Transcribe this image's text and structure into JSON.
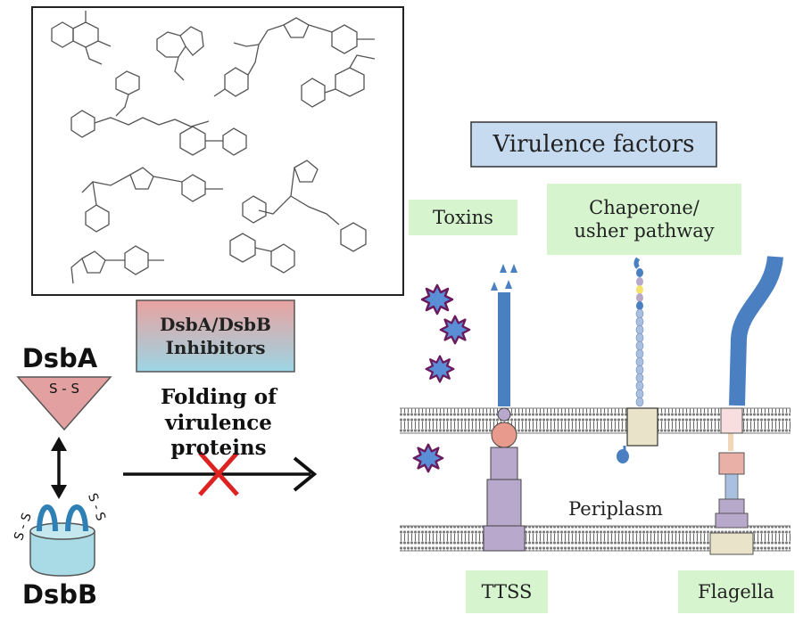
{
  "labels": {
    "virulence_factors": "Virulence factors",
    "toxins": "Toxins",
    "chaperone_usher": "Chaperone/\nusher pathway",
    "inhibitors": "DsbA/DsbB\nInhibitors",
    "dsba": "DsbA",
    "dsbb": "DsbB",
    "ss_dsba": "S - S",
    "ss_left": "S - S",
    "ss_right": "S - S",
    "folding": "Folding of\nvirulence proteins",
    "periplasm": "Periplasm",
    "ttss": "TTSS",
    "flagella": "Flagella"
  },
  "colors": {
    "membrane": "#a9a9a9",
    "protein_blue": "#4a7fc1",
    "purple": "#b7a8cc",
    "salmon": "#e89a8c",
    "beige": "#e8e3c9",
    "green_label": "#d6f5cf",
    "virulence_box": "#c6daf0",
    "inhibitor_top": "#e7a3a3",
    "inhibitor_bottom": "#9dd3e3",
    "dsba_fill": "#e3a0a0",
    "dsbb_fill": "#a8dbe6",
    "toxin_fill": "#5a8ed6",
    "toxin_spike": "#6b1a5c",
    "cross": "#dd2222"
  }
}
